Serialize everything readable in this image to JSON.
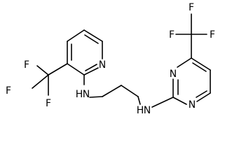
{
  "molecule": {
    "labels": {
      "cf3_pyridine": {
        "f_top": "F",
        "f_left": "F",
        "f_bottom": "F"
      },
      "pyridine_n": "N",
      "nh_left": {
        "n": "N",
        "h": "H"
      },
      "nh_right": {
        "n": "N",
        "h": "H"
      },
      "pyrimidine_n_top": "N",
      "pyrimidine_n_bottom": "N",
      "cf3_pyrimidine": {
        "f_top": "F",
        "f_left": "F",
        "f_right": "F"
      }
    },
    "colors": {
      "bond": "#000000",
      "text": "#000000",
      "background": "#ffffff"
    }
  }
}
